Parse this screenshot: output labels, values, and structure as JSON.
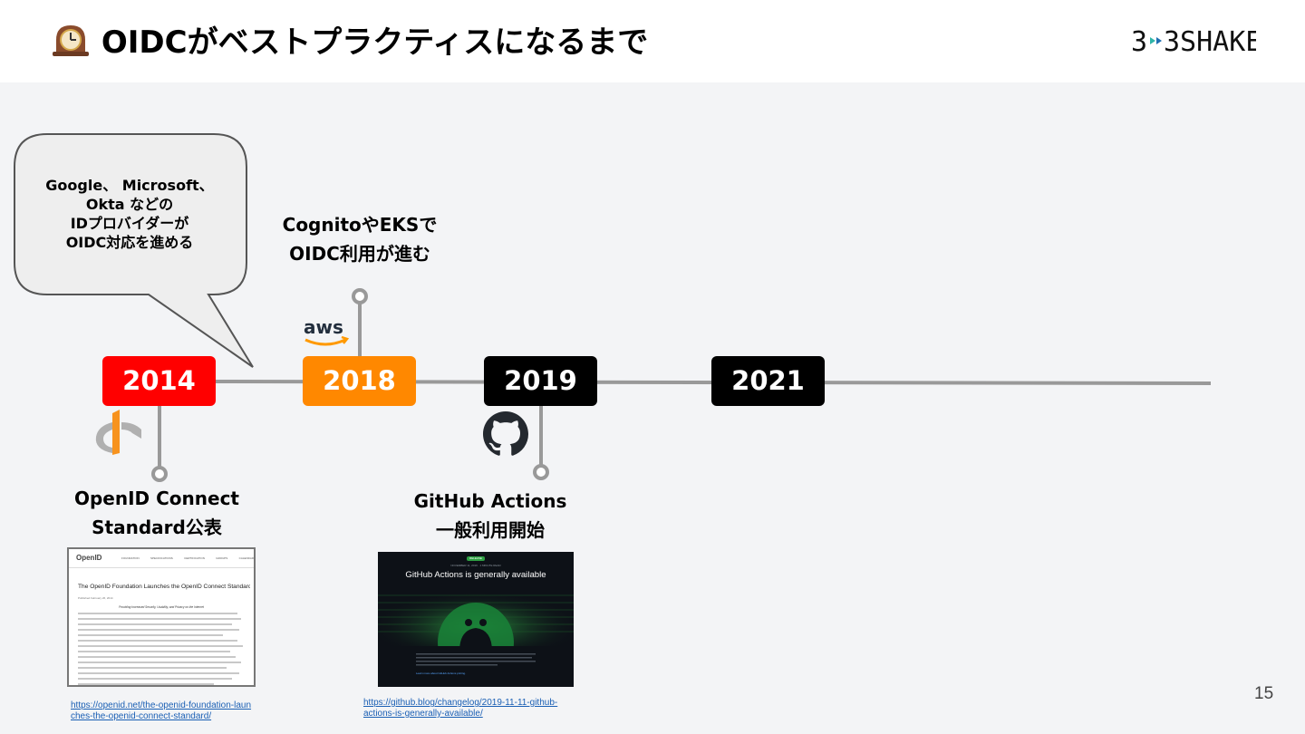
{
  "slide": {
    "title": "OIDCがベストプラクティスになるまで",
    "title_icon": "mantelpiece-clock-icon",
    "logo_text": "3SHAKE",
    "page_number": "15"
  },
  "timeline": {
    "bubble_text": "Google、 Microsoft、\nOkta などの\nIDプロバイダーが\nOIDC対応を進める",
    "events": [
      {
        "year": "2014",
        "color": "#ff0000",
        "label": "OpenID Connect\nStandard公表",
        "icon": "openid-logo-icon",
        "link": "https://openid.net/the-openid-foundation-launches-the-openid-connect-standard/"
      },
      {
        "year": "2018",
        "color": "#ff8800",
        "label": "CognitoやEKSで\nOIDC利用が進む",
        "icon": "aws-logo-icon"
      },
      {
        "year": "2019",
        "color": "#000000",
        "label": "GitHub Actions\n一般利用開始",
        "icon": "github-logo-icon",
        "link": "https://github.blog/changelog/2019-11-11-github-actions-is-generally-available/"
      },
      {
        "year": "2021",
        "color": "#000000"
      }
    ]
  },
  "screenshots": {
    "openid": {
      "nav": [
        "FOUNDATION",
        "SPECIFICATIONS",
        "CERTIFICATION",
        "GROUPS",
        "CALENDAR"
      ],
      "brand": "OpenID",
      "headline": "The OpenID Foundation Launches the OpenID Connect Standard",
      "published": "Published February 26, 2014",
      "subhead": "Providing Increased Security, Usability, and Privacy on the Internet"
    },
    "github": {
      "badge": "RELEASE",
      "date": "NOVEMBER 11, 2019 · 1 MINUTE READ",
      "headline": "GitHub Actions is generally available",
      "footer": "Learn more about GitHub Actions pricing."
    }
  },
  "link_display": {
    "openid_line1": "https://openid.net/the-openid-foundation-laun",
    "openid_line2": "ches-the-openid-connect-standard/",
    "github_line1": "https://github.blog/changelog/2019-11-11-github-",
    "github_line2": "actions-is-generally-available/"
  },
  "colors": {
    "header_bg": "#ffffff",
    "stage_bg": "#f3f4f6",
    "timeline_line": "#999999",
    "red": "#ff0000",
    "orange": "#ff8800",
    "black": "#000000",
    "link": "#1a5fb4"
  }
}
